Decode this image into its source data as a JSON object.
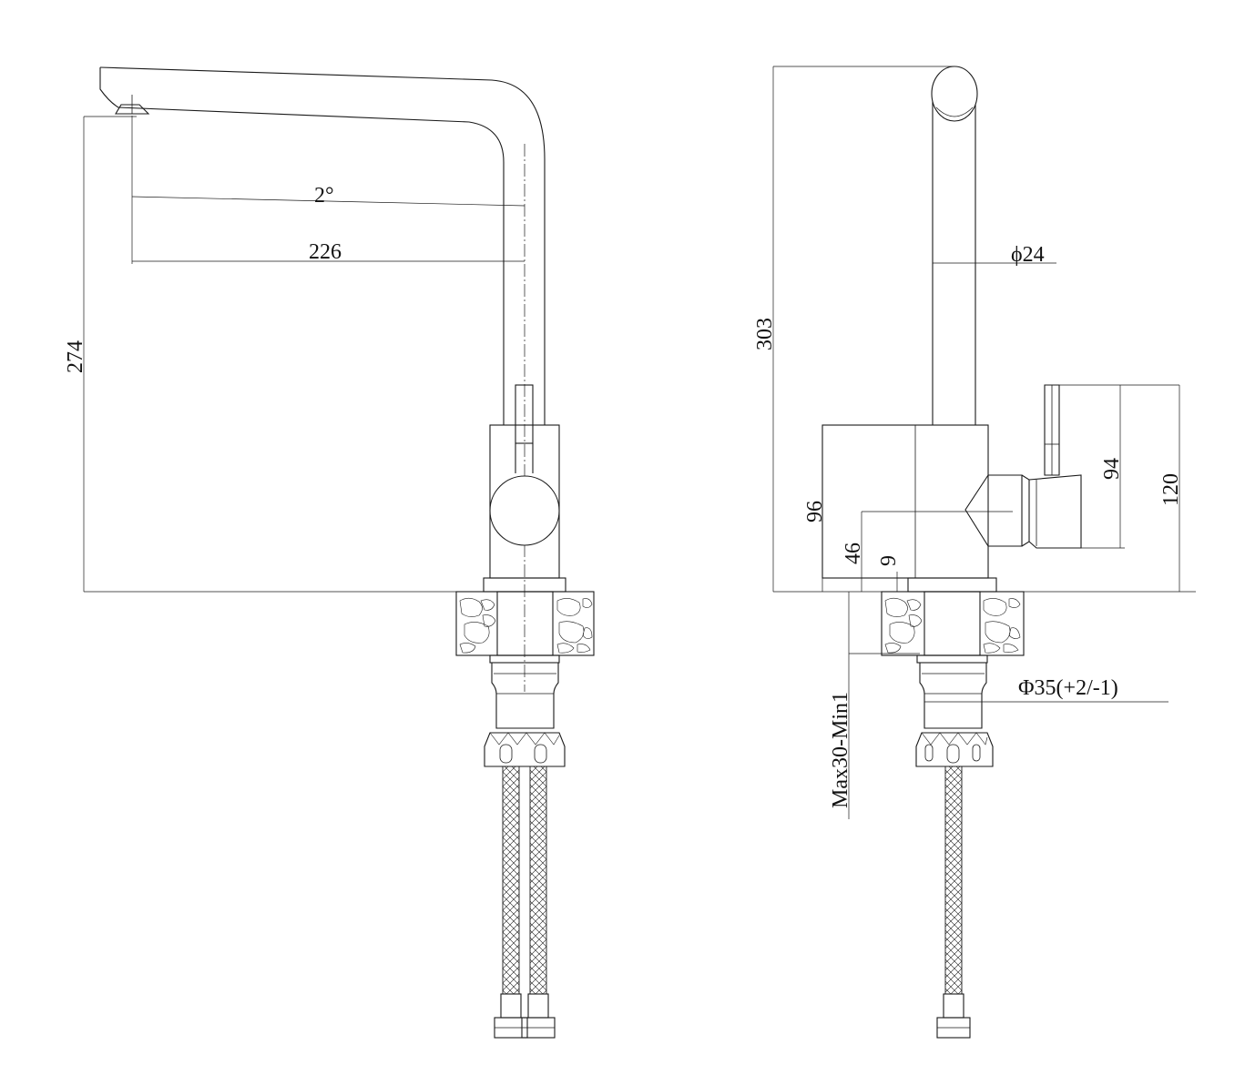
{
  "dimensions": {
    "spout_angle": "2°",
    "spout_reach": "226",
    "spout_height_front": "274",
    "total_height": "303",
    "spout_diameter": "ϕ24",
    "body_height": "96",
    "handle_height": "94",
    "handle_top_height": "120",
    "handle_axis_height": "46",
    "base_ring_height": "9",
    "mounting_hole": "Φ35(+2/-1)",
    "counter_thickness": "Max30-Min1"
  },
  "colors": {
    "line": "#1a1a1a",
    "background": "#ffffff"
  }
}
